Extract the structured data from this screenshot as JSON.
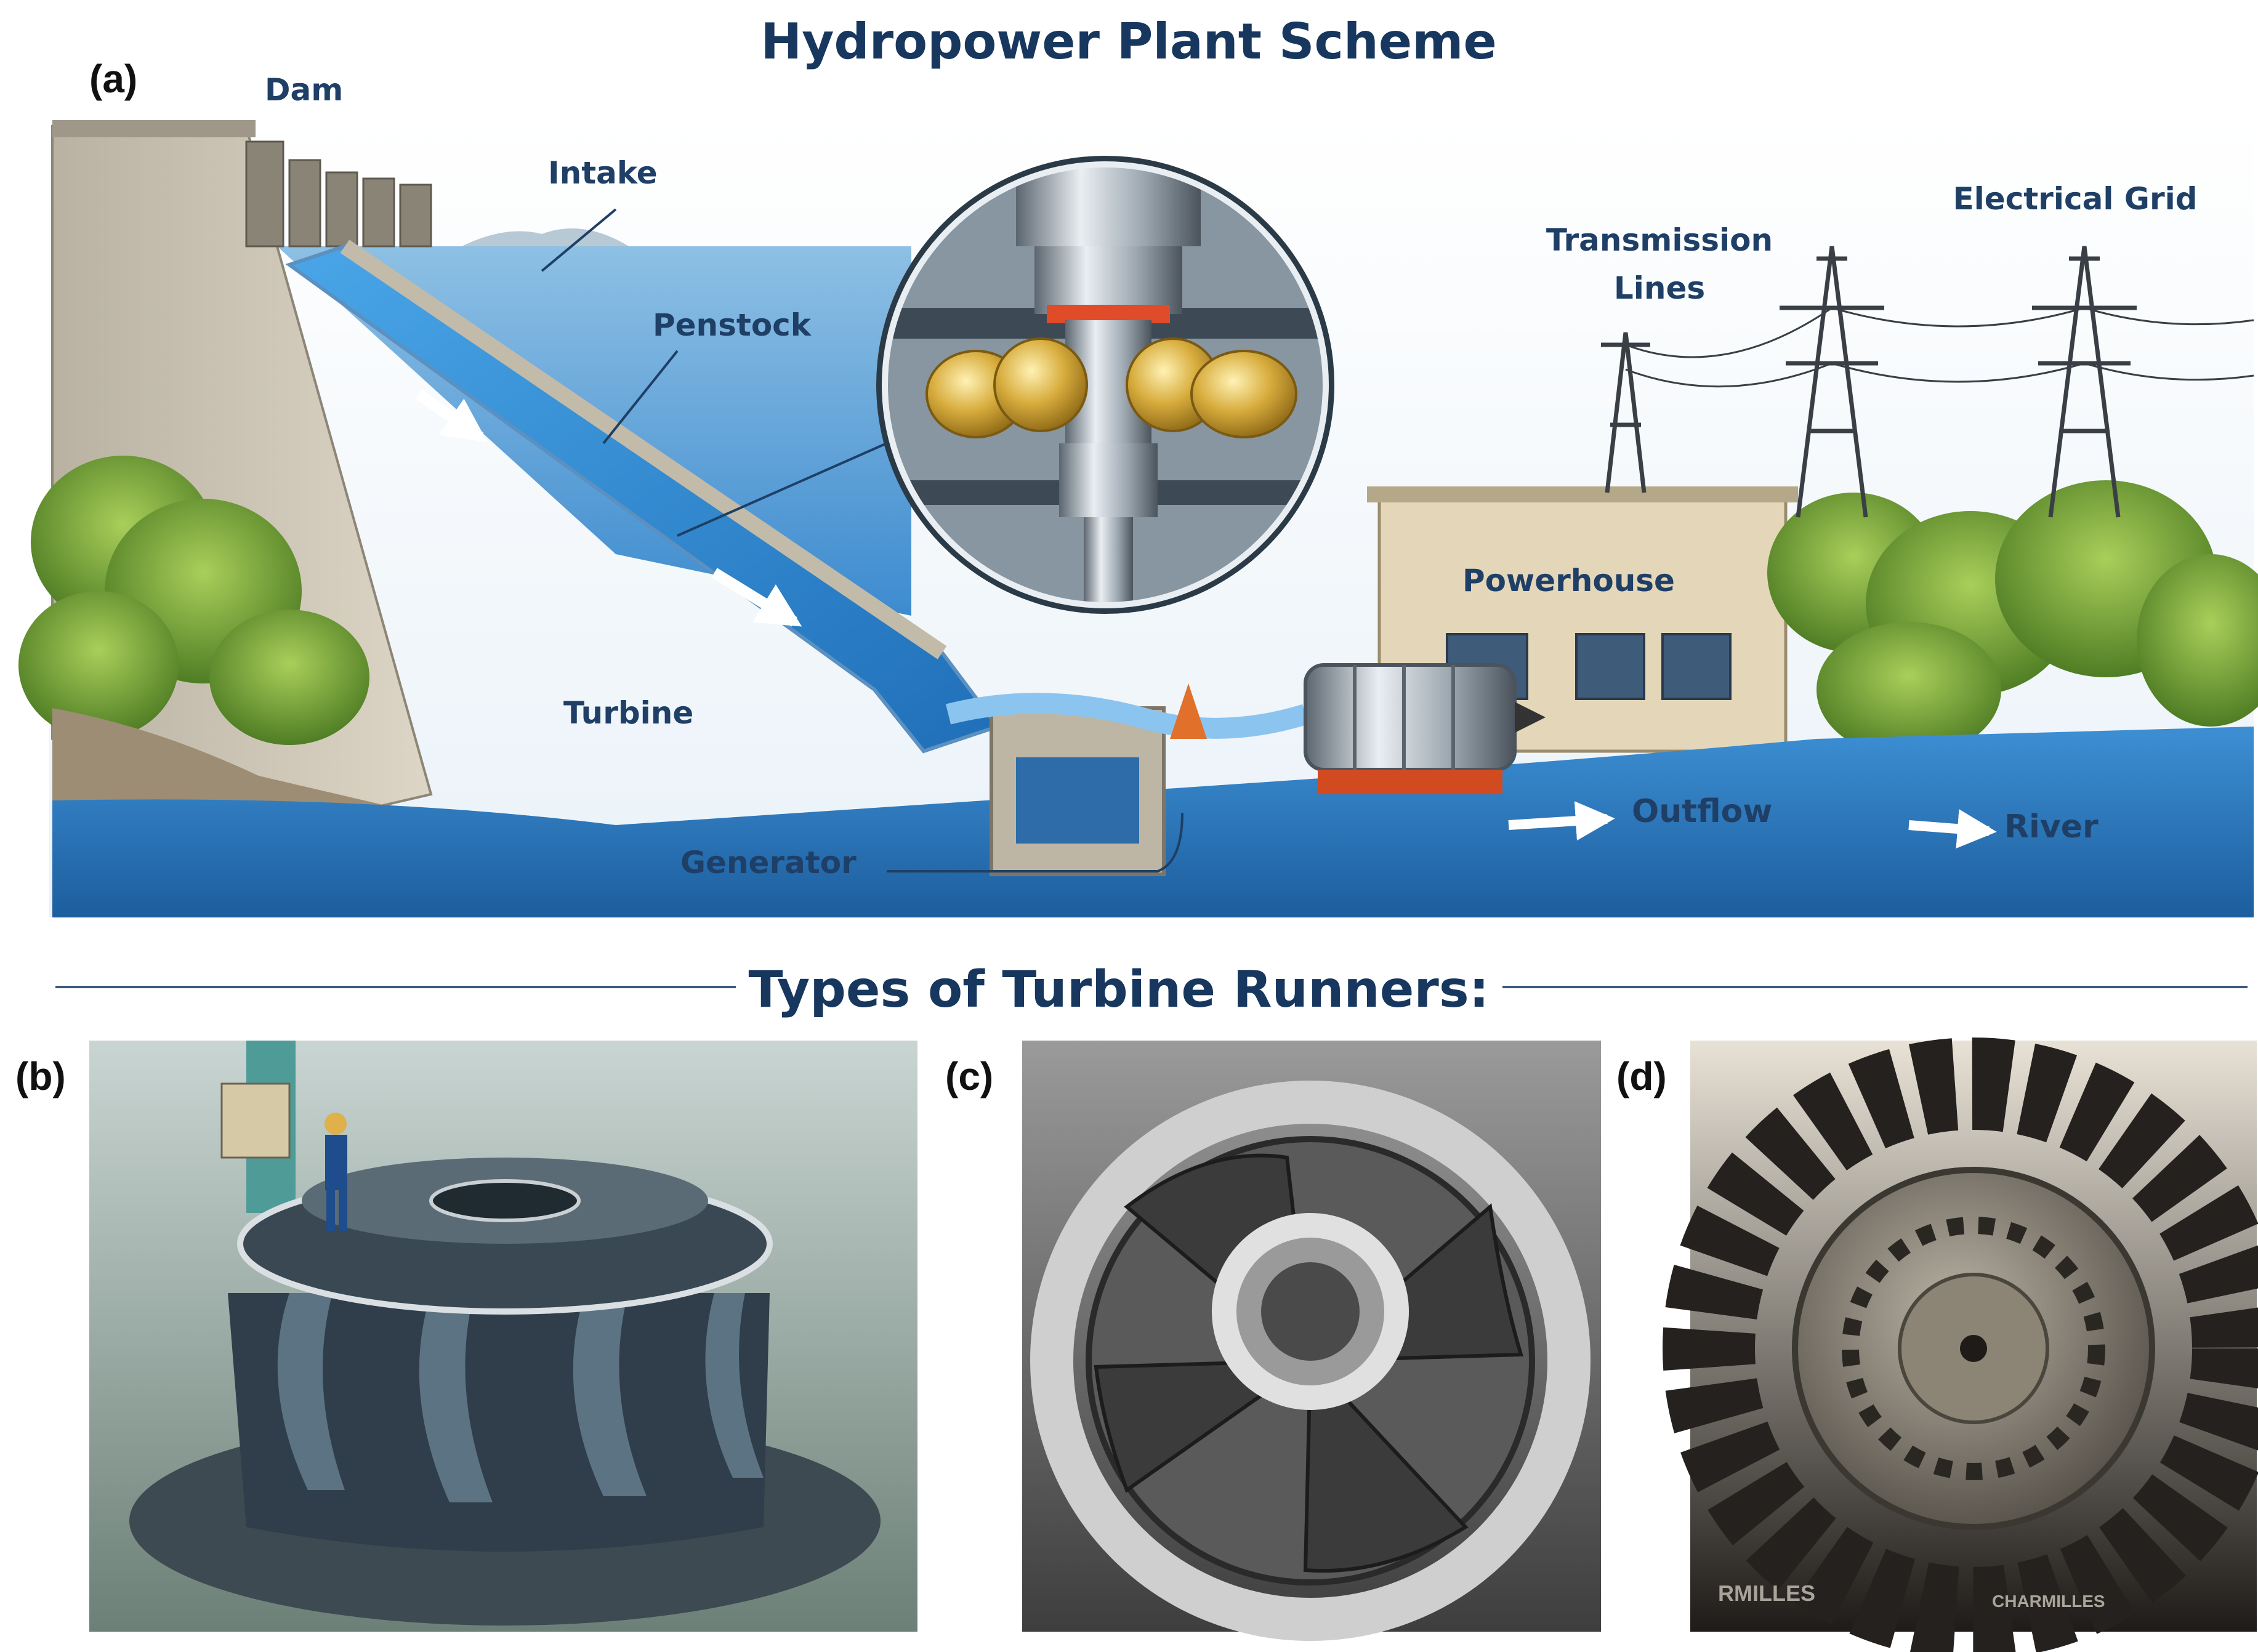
{
  "title": "Hydropower Plant Scheme",
  "subtitle": "Types of Turbine Runners:",
  "panels": {
    "a": "(a)",
    "b": "(b)",
    "c": "(c)",
    "d": "(d)"
  },
  "labels": {
    "dam": "Dam",
    "intake": "Intake",
    "penstock": "Penstock",
    "turbine": "Turbine",
    "generator": "Generator",
    "powerhouse": "Powerhouse",
    "transmission_1": "Transmission",
    "transmission_2": "Lines",
    "electrical_grid": "Electrical Grid",
    "outflow": "Outflow",
    "river": "River"
  },
  "photo_text": {
    "charmilles_1": "RMILLES",
    "charmilles_2": "CHARMILLES"
  },
  "colors": {
    "title": "#17375e",
    "label": "#1f3f66",
    "water": "#2f7fc4",
    "sky_water": "#6fa8d6",
    "concrete": "#cfc6b4",
    "foliage": "#6b9a2e",
    "brass": "#c9a233"
  }
}
